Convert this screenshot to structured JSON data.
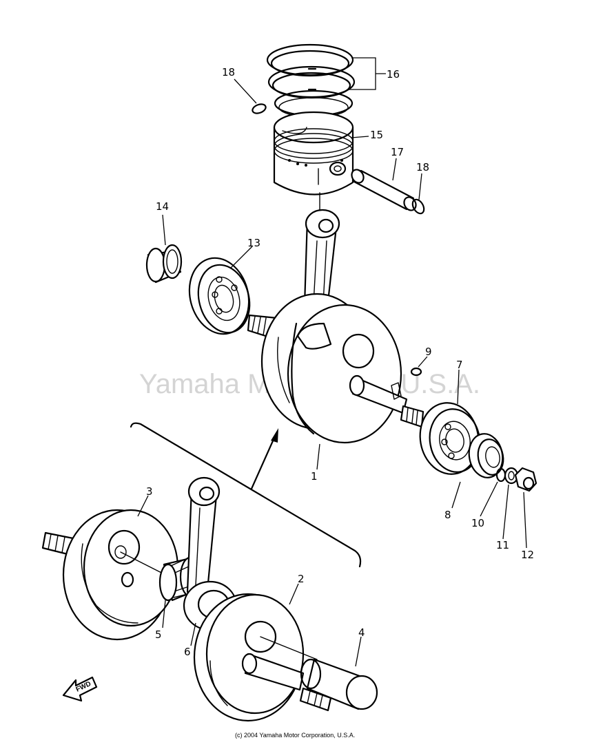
{
  "watermark": "Yamaha Motor Corp. U.S.A.",
  "copyright": "(c) 2004 Yamaha Motor Corporation, U.S.A.",
  "fwd_label": "FWD",
  "callouts": [
    "1",
    "2",
    "3",
    "4",
    "5",
    "6",
    "7",
    "8",
    "9",
    "10",
    "11",
    "12",
    "13",
    "14",
    "15",
    "16",
    "17",
    "18",
    "18"
  ]
}
